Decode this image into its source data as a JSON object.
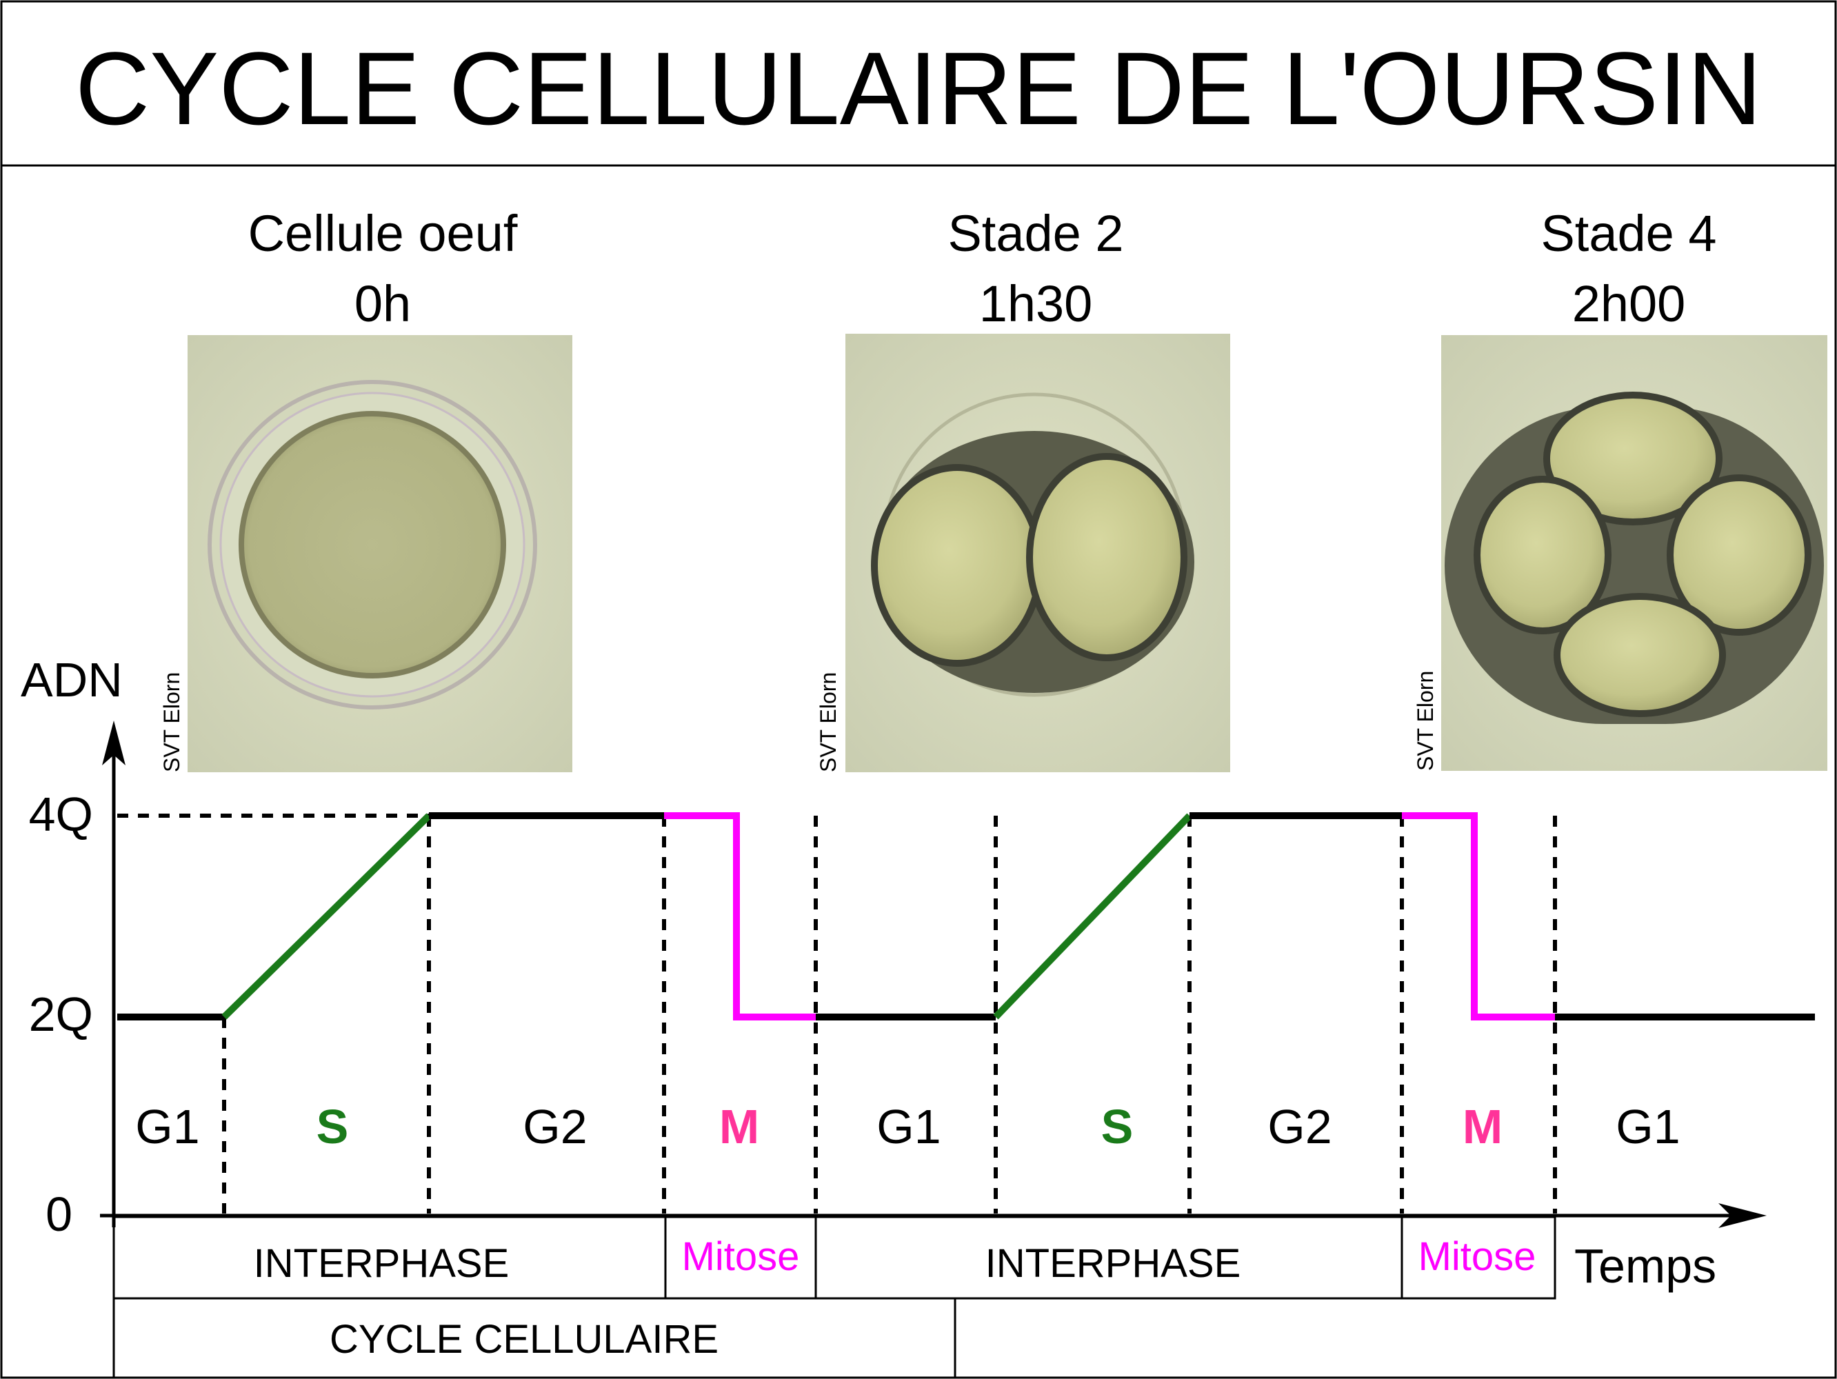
{
  "title": "CYCLE CELLULAIRE DE L'OURSIN",
  "stages": [
    {
      "name": "Cellule oeuf",
      "time": "0h",
      "credit": "SVT Elorn",
      "cells": 1
    },
    {
      "name": "Stade 2",
      "time": "1h30",
      "credit": "SVT Elorn",
      "cells": 2
    },
    {
      "name": "Stade 4",
      "time": "2h00",
      "credit": "SVT Elorn",
      "cells": 4
    }
  ],
  "axes": {
    "y_label": "ADN",
    "x_label": "Temps",
    "y_ticks": [
      "4Q",
      "2Q",
      "0"
    ]
  },
  "phases": [
    {
      "label": "G1",
      "kind": "G1"
    },
    {
      "label": "S",
      "kind": "S"
    },
    {
      "label": "G2",
      "kind": "G2"
    },
    {
      "label": "M",
      "kind": "M"
    },
    {
      "label": "G1",
      "kind": "G1"
    },
    {
      "label": "S",
      "kind": "S"
    },
    {
      "label": "G2",
      "kind": "G2"
    },
    {
      "label": "M",
      "kind": "M"
    },
    {
      "label": "G1",
      "kind": "G1"
    }
  ],
  "periods": [
    {
      "label": "INTERPHASE",
      "kind": "interphase"
    },
    {
      "label": "Mitose",
      "kind": "mitose"
    },
    {
      "label": "INTERPHASE",
      "kind": "interphase"
    },
    {
      "label": "Mitose",
      "kind": "mitose"
    }
  ],
  "cycle_label": "CYCLE CELLULAIRE",
  "colors": {
    "black": "#000000",
    "synthesis": "#1a7a1a",
    "mitosis": "#ff00ff",
    "mitosis_text": "#ff3399"
  }
}
